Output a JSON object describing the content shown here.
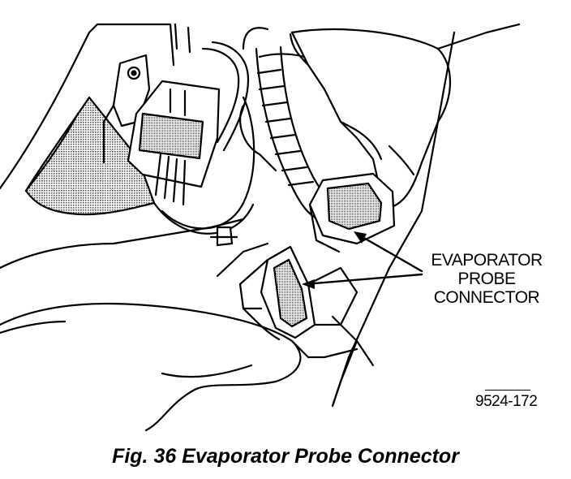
{
  "figure": {
    "callout": [
      "EVAPORATOR",
      "PROBE",
      "CONNECTOR"
    ],
    "reference_code": "9524-172",
    "caption": "Fig. 36 Evaporator Probe Connector"
  },
  "colors": {
    "ink": "#000000",
    "paper": "#ffffff",
    "shade": "#c8c8c8"
  }
}
